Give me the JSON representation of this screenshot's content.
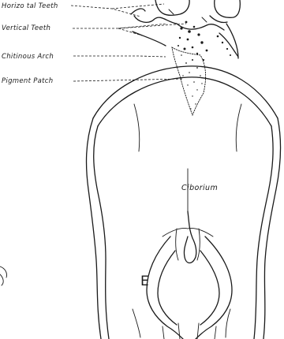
{
  "labels": {
    "horizontal_teeth": "Horizo tal Teeth",
    "vertical_teeth": "Vertical Teeth",
    "chitinous_arch": "Chitinous Arch",
    "pigment_patch": "Pigment Patch",
    "ciborium": "Ciborium",
    "panel_letter": "E"
  }
}
